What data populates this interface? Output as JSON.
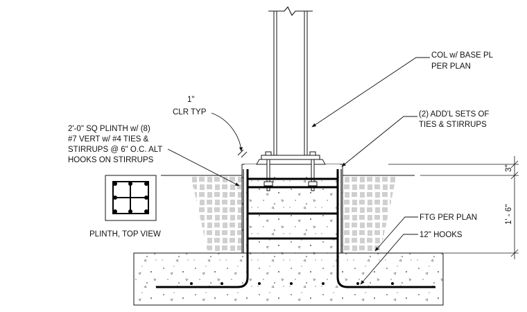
{
  "labels": {
    "col_base_pl": [
      "COL w/ BASE PL",
      "PER PLAN"
    ],
    "clr_typ": [
      "1\"",
      "CLR TYP"
    ],
    "plinth_note": [
      "2'-0\" SQ PLINTH w/ (8)",
      "#7 VERT w/ #4 TIES &",
      "STIRRUPS @ 6\" O.C. ALT",
      "HOOKS ON STIRRUPS"
    ],
    "addl_sets": [
      "(2) ADD'L SETS OF",
      "TIES & STIRRUPS"
    ],
    "ftg_per_plan": "FTG PER PLAN",
    "hooks": "12\" HOOKS",
    "plinth_top_view": "PLINTH, TOP VIEW"
  },
  "dimensions": {
    "upper": "3\"",
    "lower": "1' - 6\""
  },
  "colors": {
    "line": "#111111",
    "rebar": "#000000"
  }
}
